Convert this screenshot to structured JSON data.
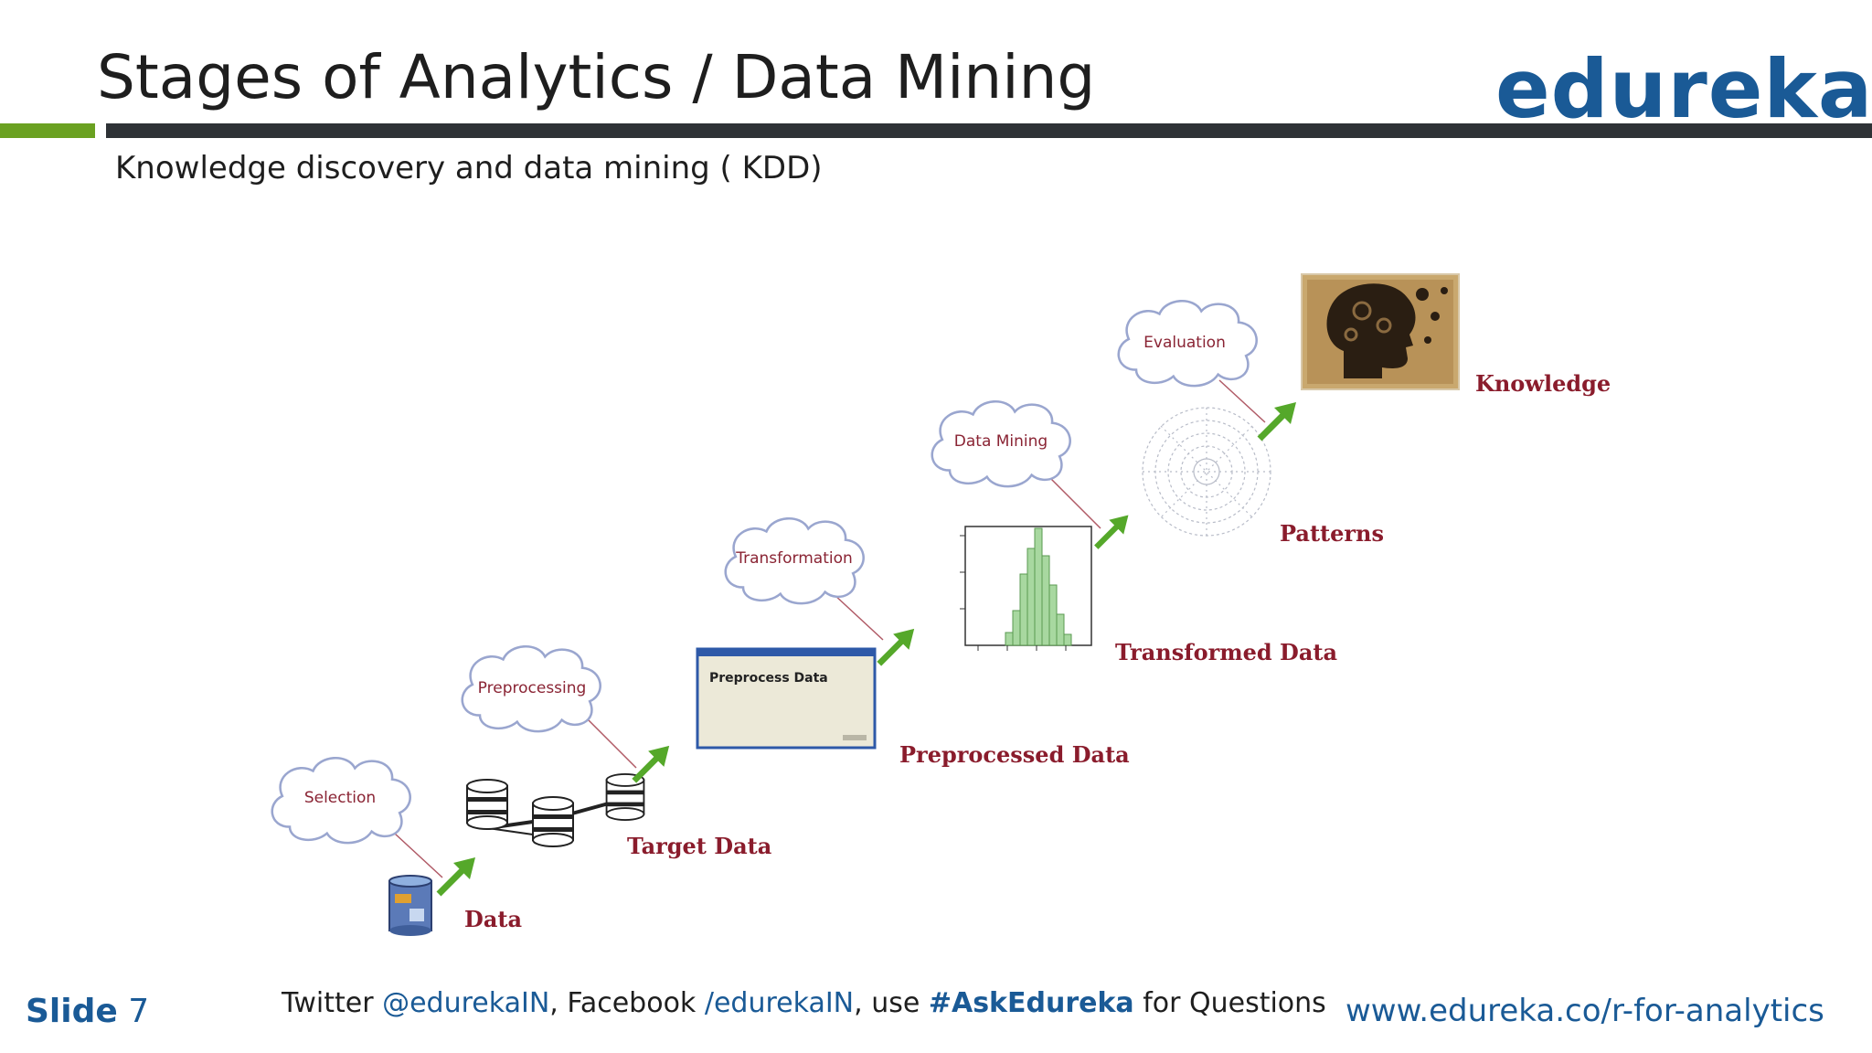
{
  "header": {
    "title": "Stages of Analytics / Data Mining",
    "logo_text": "edureka!"
  },
  "subtitle": "Knowledge discovery and data mining ( KDD)",
  "diagram": {
    "steps": [
      "Selection",
      "Preprocessing",
      "Transformation",
      "Data Mining",
      "Evaluation"
    ],
    "stages": [
      "Data",
      "Target Data",
      "Preprocessed Data",
      "Transformed Data",
      "Patterns",
      "Knowledge"
    ],
    "preprocess_window_title": "Preprocess Data"
  },
  "footer": {
    "slide_word": "Slide",
    "slide_number": "7",
    "social_twitter_prefix": "Twitter ",
    "social_twitter_handle": "@edurekaIN",
    "social_facebook_prefix": ", Facebook ",
    "social_facebook_handle": "/edurekaIN",
    "social_use": ", use ",
    "social_hashtag": "#AskEdureka",
    "social_suffix": " for Questions",
    "url": "www.edureka.co/r-for-analytics"
  },
  "colors": {
    "brand_blue": "#1a5a96",
    "accent_green": "#6aa121",
    "label_red": "#8a1c2c"
  }
}
